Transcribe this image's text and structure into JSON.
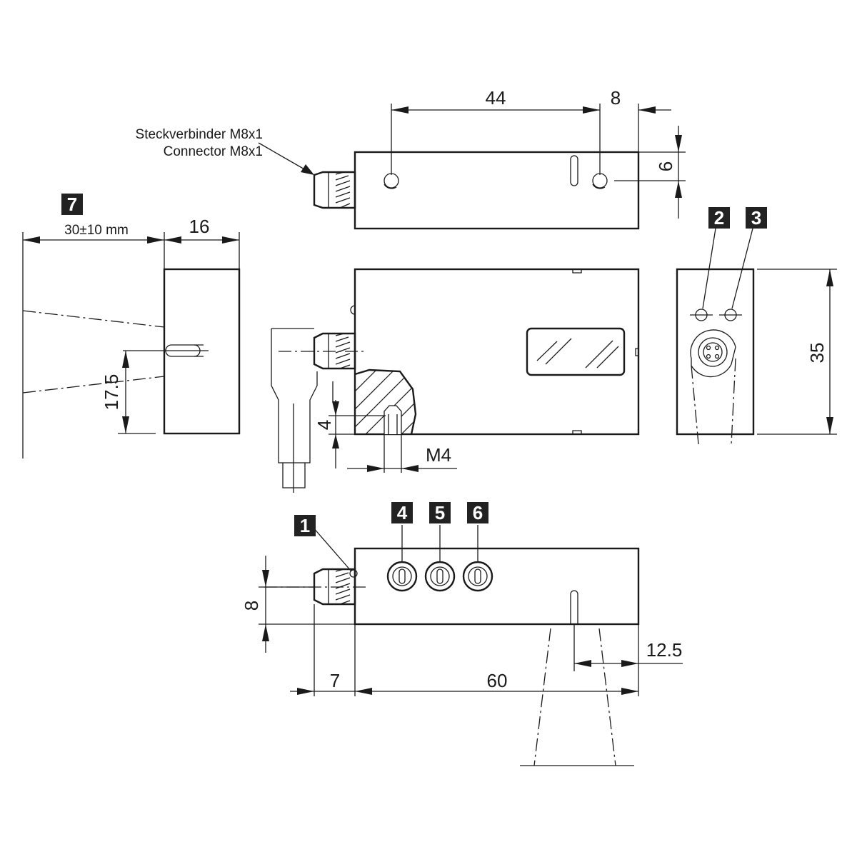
{
  "connector_label": {
    "line1": "Steckverbinder M8x1",
    "line2": "Connector M8x1"
  },
  "dimensions": {
    "d44": "44",
    "d8_top": "8",
    "d6": "6",
    "d30": "30±10 mm",
    "d16": "16",
    "d17_5": "17.5",
    "d35": "35",
    "d4": "4",
    "m4": "M4",
    "d8_bottom": "8",
    "d7": "7",
    "d60": "60",
    "d12_5": "12.5"
  },
  "callouts": [
    "1",
    "2",
    "3",
    "4",
    "5",
    "6",
    "7"
  ]
}
